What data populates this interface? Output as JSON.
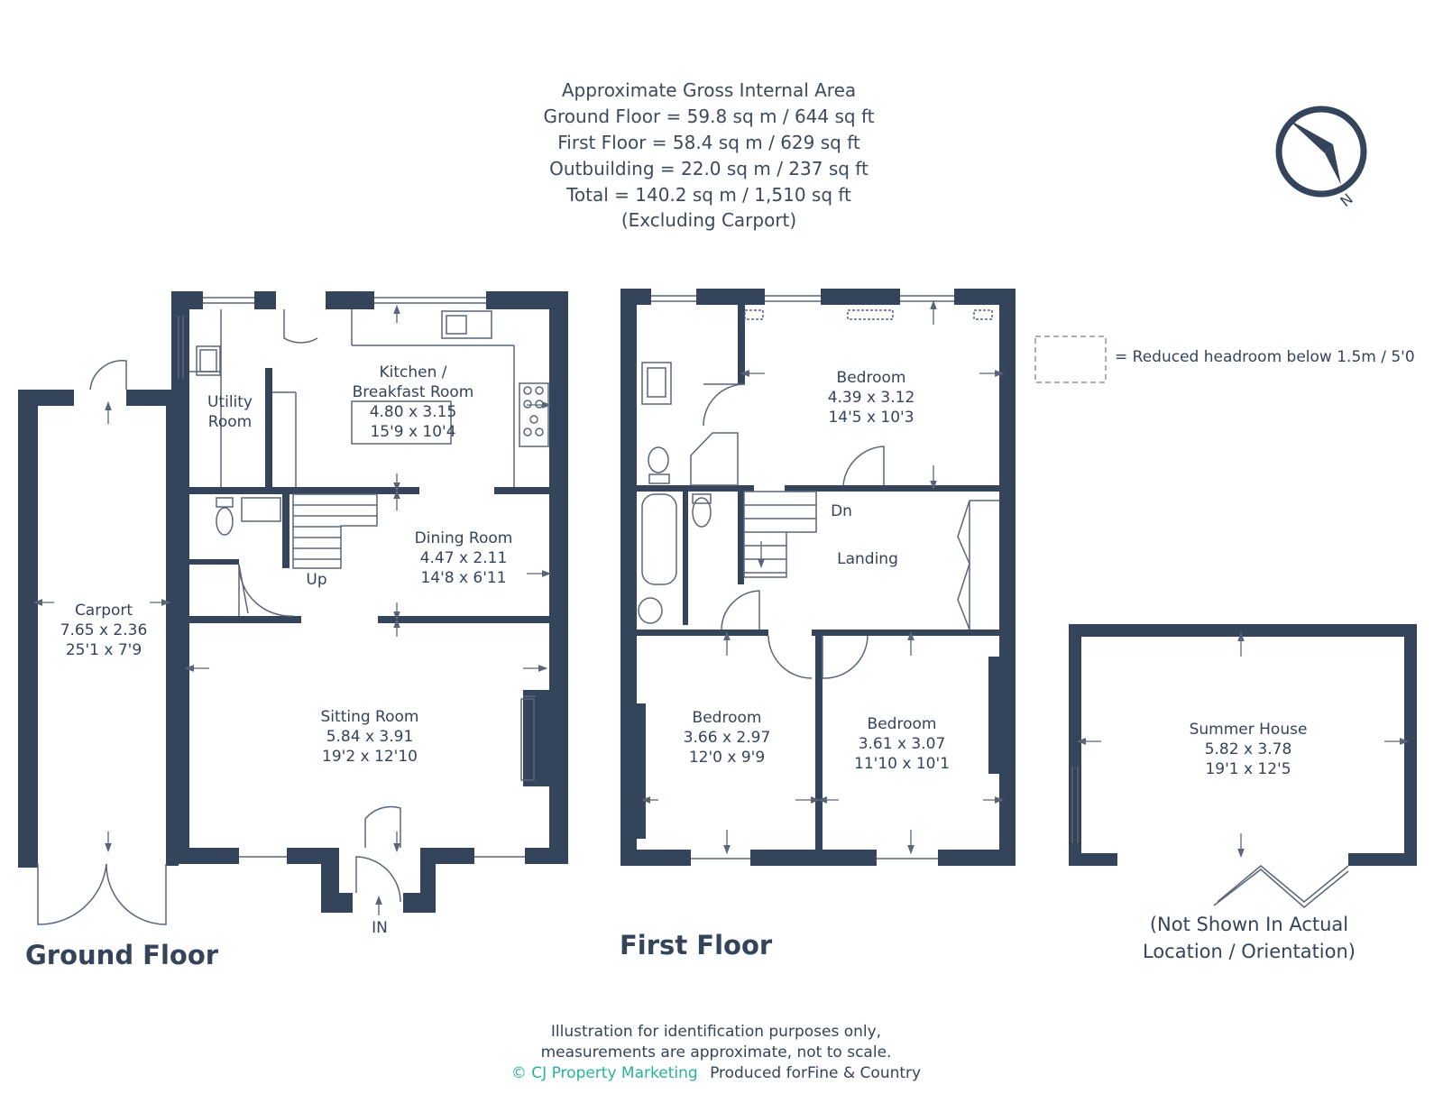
{
  "header": {
    "line1": "Approximate Gross Internal Area",
    "line2": "Ground Floor = 59.8 sq m / 644 sq ft",
    "line3": "First Floor = 58.4 sq m / 629 sq ft",
    "line4": "Outbuilding = 22.0 sq m / 237 sq ft",
    "line5": "Total = 140.2 sq m / 1,510 sq ft",
    "line6": "(Excluding Carport)"
  },
  "compass": {
    "label": "N"
  },
  "legend": {
    "text": "= Reduced headroom below 1.5m / 5'0"
  },
  "ground_floor": {
    "title": "Ground Floor",
    "carport": {
      "name": "Carport",
      "metric": "7.65 x 2.36",
      "imperial": "25'1 x 7'9"
    },
    "utility": {
      "name1": "Utility",
      "name2": "Room"
    },
    "kitchen": {
      "name1": "Kitchen /",
      "name2": "Breakfast Room",
      "metric": "4.80 x 3.15",
      "imperial": "15'9 x 10'4"
    },
    "dining": {
      "name": "Dining Room",
      "metric": "4.47 x 2.11",
      "imperial": "14'8 x 6'11"
    },
    "sitting": {
      "name": "Sitting Room",
      "metric": "5.84 x 3.91",
      "imperial": "19'2 x 12'10"
    },
    "stairs_label": "Up",
    "entrance_label": "IN"
  },
  "first_floor": {
    "title": "First Floor",
    "bedroom1": {
      "name": "Bedroom",
      "metric": "4.39 x 3.12",
      "imperial": "14'5 x 10'3"
    },
    "landing": {
      "name": "Landing"
    },
    "stairs_label": "Dn",
    "bedroom2": {
      "name": "Bedroom",
      "metric": "3.66 x 2.97",
      "imperial": "12'0 x 9'9"
    },
    "bedroom3": {
      "name": "Bedroom",
      "metric": "3.61 x 3.07",
      "imperial": "11'10 x 10'1"
    }
  },
  "outbuilding": {
    "summer_house": {
      "name": "Summer House",
      "metric": "5.82 x 3.78",
      "imperial": "19'1 x 12'5"
    },
    "note_line1": "(Not Shown In Actual",
    "note_line2": "Location / Orientation)"
  },
  "footer": {
    "line1": "Illustration for identification purposes only,",
    "line2": "measurements are approximate, not to scale.",
    "brand": "© CJ Property Marketing",
    "produced": "Produced forFine & Country"
  },
  "colors": {
    "wall": "#34445a",
    "line": "#5a6678",
    "brand": "#27b29a"
  }
}
